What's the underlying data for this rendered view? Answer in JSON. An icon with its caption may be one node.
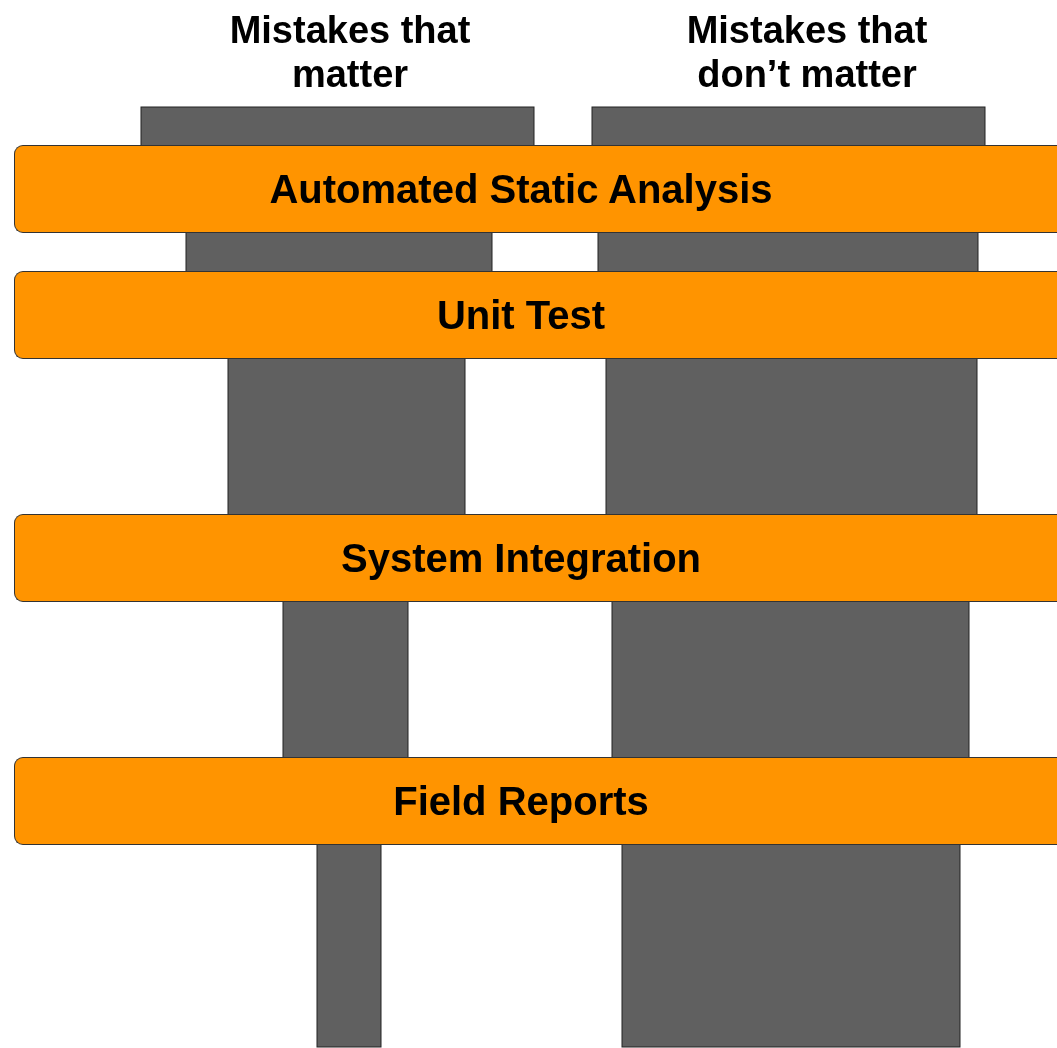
{
  "diagram": {
    "nodes": [
      {
        "text": [
          "Automated Static Analysis"
        ]
      },
      {
        "text": [
          "Unit Test"
        ]
      },
      {
        "text": [
          "System Integration"
        ]
      },
      {
        "text": [
          "Field Reports"
        ]
      }
    ],
    "labels": [
      "Mistakes that matter",
      "Mistakes that don’t matter"
    ]
  }
}
